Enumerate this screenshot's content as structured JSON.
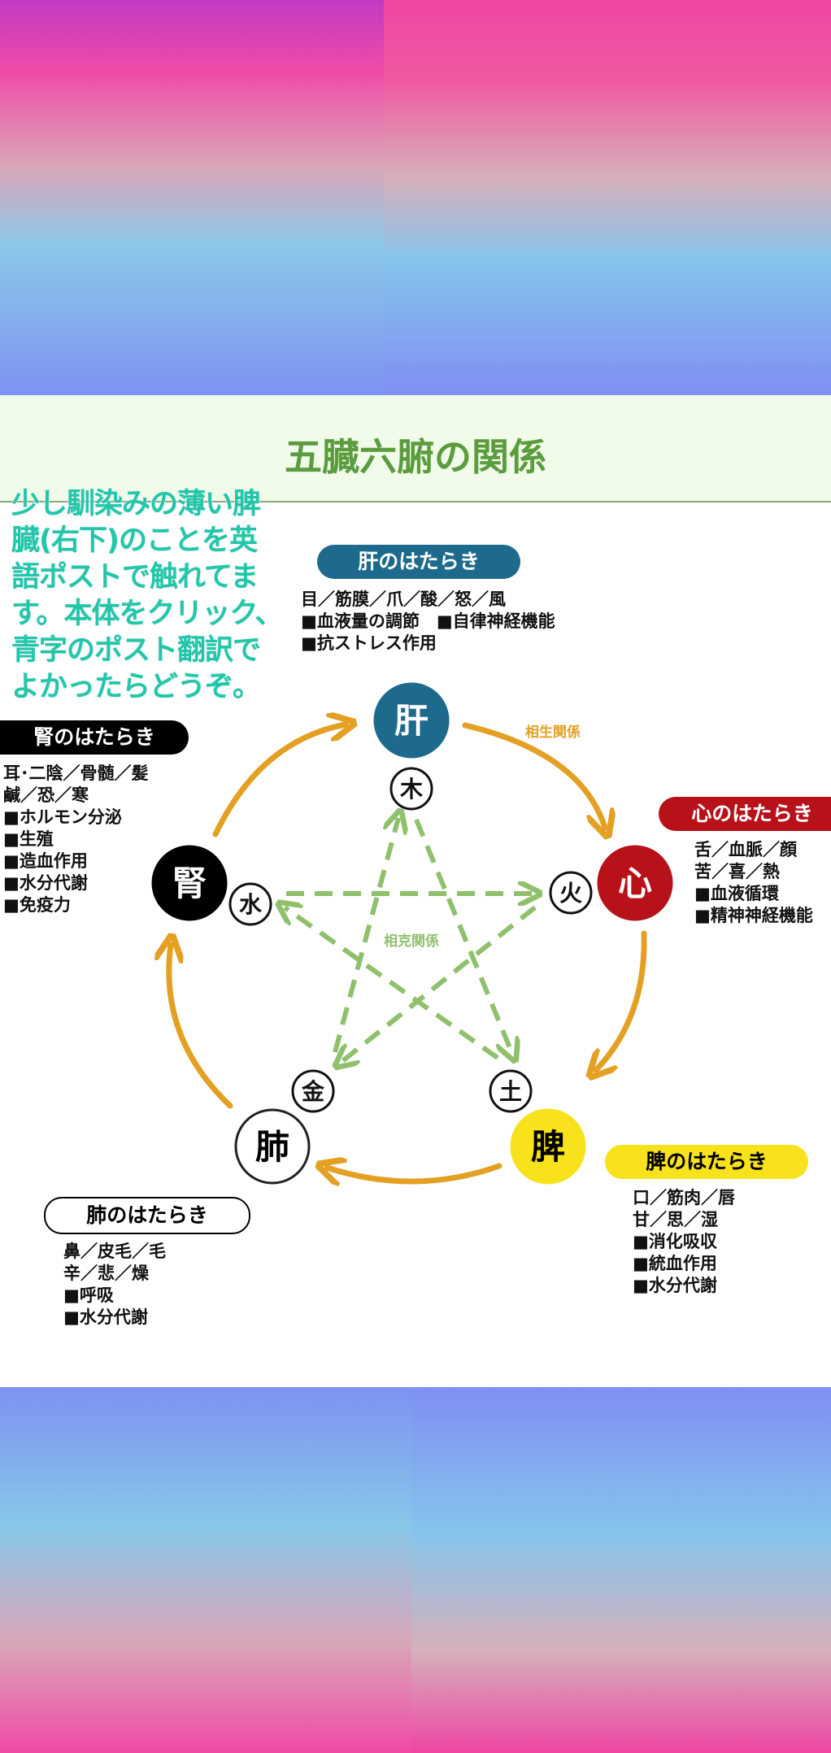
{
  "title": "五臓六腑の関係",
  "overlay_lines": [
    "少し馴染みの薄い脾",
    "臓(右下)のことを英",
    "語ポストで触れてま",
    "す。本体をクリック、",
    "青字のポスト翻訳で",
    "よかったらどうぞ。"
  ],
  "relations": {
    "generating": "相生関係",
    "controlling": "相克関係"
  },
  "organs": {
    "liver": {
      "name": "肝",
      "element": "木",
      "label": "肝のはたらき",
      "color": "#1d6a8c",
      "info": [
        "目／筋膜／爪／酸／怒／風",
        "■血液量の調節　■自律神経機能",
        "■抗ストレス作用"
      ]
    },
    "heart": {
      "name": "心",
      "element": "火",
      "label": "心のはたらき",
      "color": "#b7121a",
      "info": [
        "舌／血脈／顔",
        "苦／喜／熱",
        "■血液循環",
        "■精神神経機能"
      ]
    },
    "spleen": {
      "name": "脾",
      "element": "土",
      "label": "脾のはたらき",
      "color": "#f7e21b",
      "info": [
        "口／筋肉／唇",
        "甘／思／湿",
        "■消化吸収",
        "■統血作用",
        "■水分代謝"
      ]
    },
    "lung": {
      "name": "肺",
      "element": "金",
      "label": "肺のはたらき",
      "color": "#ffffff",
      "info": [
        "鼻／皮毛／毛",
        "辛／悲／燥",
        "■呼吸",
        "■水分代謝"
      ]
    },
    "kidney": {
      "name": "腎",
      "element": "水",
      "label": "腎のはたらき",
      "color": "#000000",
      "info": [
        "耳･二陰／骨髄／髪",
        "鹹／恐／寒",
        "■ホルモン分泌",
        "■生殖",
        "■造血作用",
        "■水分代謝",
        "■免疫力"
      ]
    }
  },
  "colors": {
    "cycle_arrow": "#e3a023",
    "control_arrow": "#8fc06c",
    "title_green": "#5b9c3e",
    "overlay_text": "#21c7a8"
  }
}
